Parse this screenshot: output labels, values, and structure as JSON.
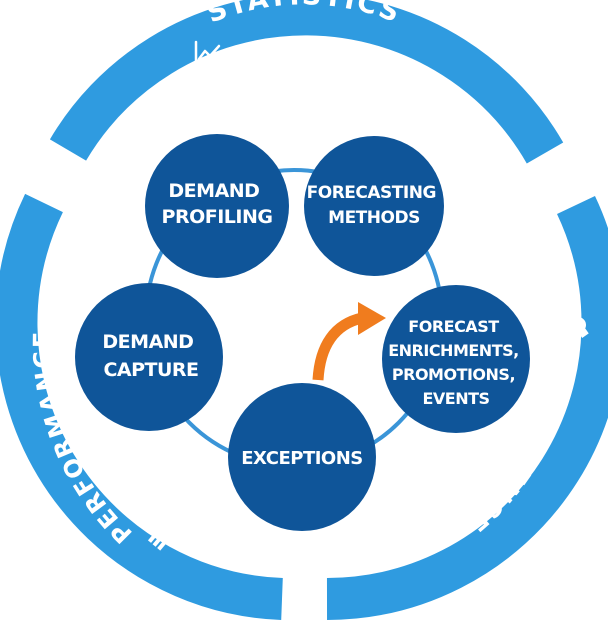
{
  "outer_ring": {
    "statistics": "STATISTICS",
    "intelligence": "INTELLIGENCE",
    "performance": "PERFORMANCE",
    "icons": [
      "line-chart-icon",
      "lightbulb-icon",
      "bar-chart-icon"
    ]
  },
  "nodes": {
    "demand_profiling": [
      "DEMAND",
      "PROFILING"
    ],
    "forecasting_methods": [
      "FORECASTING",
      "METHODS"
    ],
    "demand_capture": [
      "DEMAND",
      "CAPTURE"
    ],
    "forecast_enrichments": [
      "FORECAST",
      "ENRICHMENTS,",
      "PROMOTIONS,",
      "EVENTS"
    ],
    "exceptions": [
      "EXCEPTIONS"
    ]
  },
  "colors": {
    "ring": "#2f9be0",
    "node": "#0f5599",
    "connector": "#3a95d8",
    "arrow": "#f07c1e"
  }
}
